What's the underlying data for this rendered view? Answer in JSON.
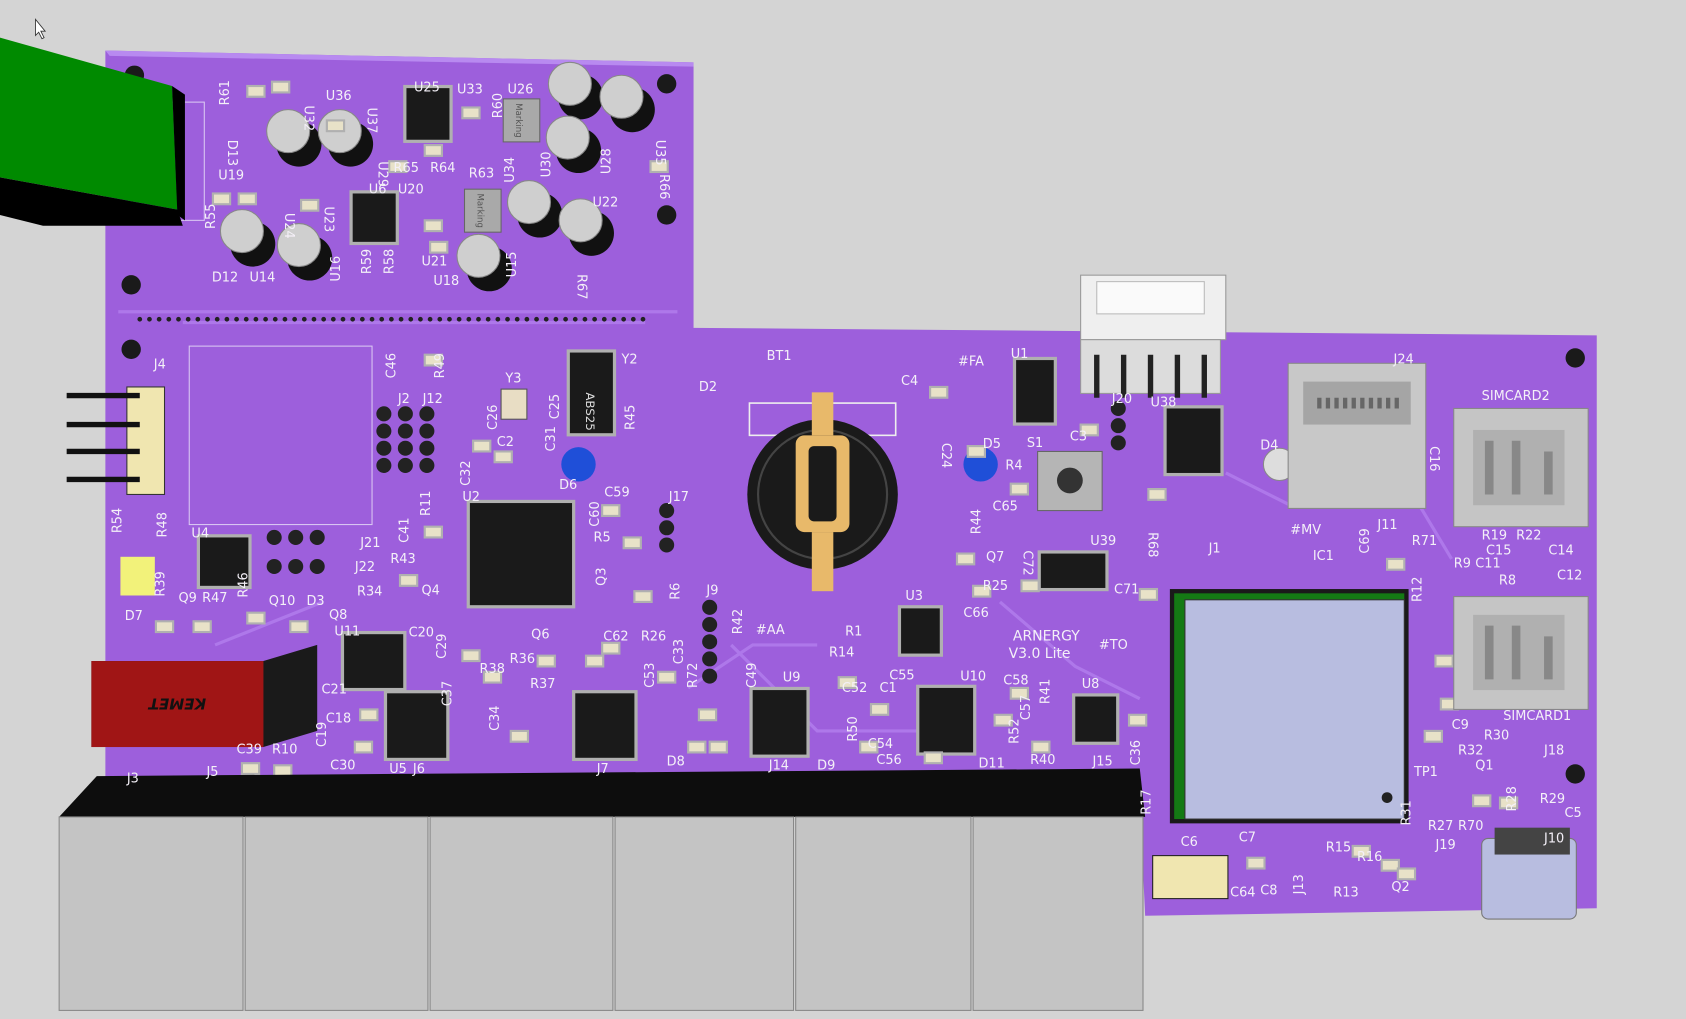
{
  "viewer": {
    "title": "PCB 3D View"
  },
  "board": {
    "brand_line1": "ARNERGY",
    "brand_line2": "V3.0 Lite",
    "capacitor_brand": "KEMET",
    "crystal_marking": "ABS25",
    "inductor_marking": "Marking",
    "colors": {
      "background": "#d4d4d4",
      "solder_mask": "#9d5fdc",
      "silkscreen": "#f4f0f8",
      "chip": "#1a1a1a",
      "pad": "#c8c8c8",
      "relay": "#c4c4c4",
      "connector_green": "#008a00",
      "kemet_red": "#a01515",
      "led_blue": "#1f4fd8",
      "module": "#b8bde0"
    }
  },
  "silkscreen": [
    "R61",
    "U32",
    "U36",
    "U37",
    "D13",
    "U19",
    "R55",
    "U24",
    "U23",
    "U6",
    "U20",
    "D12",
    "U14",
    "U16",
    "R59",
    "R58",
    "U21",
    "U18",
    "U15",
    "R67",
    "U22",
    "U25",
    "U33",
    "U26",
    "R60",
    "R65",
    "R64",
    "R63",
    "U34",
    "U30",
    "U28",
    "R66",
    "U35",
    "U29",
    "J4",
    "C46",
    "R49",
    "J2",
    "J12",
    "Y3",
    "Y2",
    "C25",
    "D2",
    "BT1",
    "C4",
    "#FA",
    "U1",
    "J20",
    "U38",
    "J24",
    "SIMCARD2",
    "S1",
    "D5",
    "R4",
    "C65",
    "C24",
    "C3",
    "D4",
    "C16",
    "R68",
    "R44",
    "C72",
    "Q7",
    "R25",
    "U39",
    "C71",
    "J1",
    "IC1",
    "#MV",
    "J11",
    "C69",
    "R71",
    "R19",
    "R22",
    "C15",
    "C14",
    "C11",
    "C12",
    "R9",
    "R8",
    "R12",
    "SIMCARD1",
    "R30",
    "C9",
    "R32",
    "Q1",
    "J18",
    "TP1",
    "R28",
    "R29",
    "C5",
    "R70",
    "R27",
    "R31",
    "J19",
    "J10",
    "C7",
    "C6",
    "C8",
    "C64",
    "J13",
    "R15",
    "R16",
    "R13",
    "Q2",
    "R17",
    "R54",
    "R48",
    "U4",
    "R39",
    "Q9",
    "R47",
    "R46",
    "Q10",
    "D3",
    "J21",
    "J22",
    "R43",
    "R34",
    "R11",
    "C41",
    "Q4",
    "C32",
    "C26",
    "C2",
    "R45",
    "C31",
    "D6",
    "C59",
    "C60",
    "J17",
    "R5",
    "R6",
    "J9",
    "Q3",
    "U2",
    "R42",
    "#AA",
    "R1",
    "U3",
    "C66",
    "R14",
    "#TO",
    "C1",
    "C55",
    "C52",
    "U10",
    "C58",
    "C57",
    "R41",
    "U8",
    "R52",
    "C54",
    "C56",
    "R40",
    "J15",
    "C36",
    "D11",
    "D9",
    "J14",
    "R50",
    "U9",
    "C49",
    "C53",
    "C33",
    "R72",
    "C62",
    "R26",
    "Q6",
    "R36",
    "R38",
    "R37",
    "C37",
    "C29",
    "C20",
    "Q8",
    "U11",
    "C21",
    "C18",
    "C19",
    "C30",
    "R10",
    "C39",
    "J5",
    "J3",
    "U5",
    "J6",
    "D8",
    "J7",
    "D7",
    "C34"
  ]
}
